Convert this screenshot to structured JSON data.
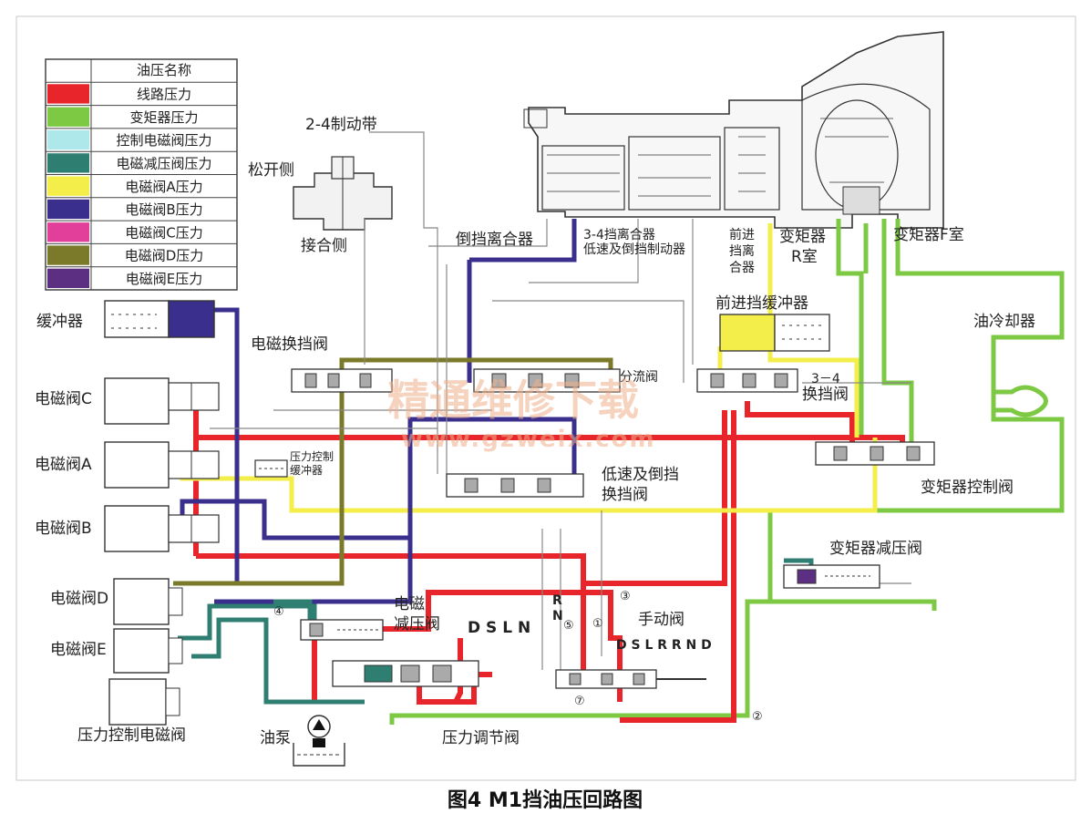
{
  "legend": {
    "header": "油压名称",
    "items": [
      {
        "label": "线路压力",
        "color": "#e8252b"
      },
      {
        "label": "变矩器压力",
        "color": "#7ec943"
      },
      {
        "label": "控制电磁阀压力",
        "color": "#aee8ea"
      },
      {
        "label": "电磁减压阀压力",
        "color": "#2f7e72"
      },
      {
        "label": "电磁阀A压力",
        "color": "#f3ee4a"
      },
      {
        "label": "电磁阀B压力",
        "color": "#3a2f8c"
      },
      {
        "label": "电磁阀C压力",
        "color": "#e23f9a"
      },
      {
        "label": "电磁阀D压力",
        "color": "#7a7a2a"
      },
      {
        "label": "电磁阀E压力",
        "color": "#5c2f82"
      }
    ]
  },
  "labels": {
    "band": "2-4制动带",
    "release_side": "松开侧",
    "apply_side": "接合侧",
    "reverse_clutch": "倒挡离合器",
    "clutch_34_a": "3-4挡离合器",
    "clutch_34_b": "低速及倒挡制动器",
    "forward_clutch_1": "前进",
    "forward_clutch_2": "挡离",
    "forward_clutch_3": "合器",
    "tc_r_1": "变矩器",
    "tc_r_2": "R室",
    "tc_f": "变矩器F室",
    "forward_accumulator": "前进挡缓冲器",
    "oil_cooler": "油冷却器",
    "accumulator": "缓冲器",
    "shift_solenoid_valve": "电磁换挡阀",
    "split_valve": "分流阀",
    "shift_34_1": "3－4",
    "shift_34_2": "换挡阀",
    "solenoid_c": "电磁阀C",
    "solenoid_a": "电磁阀A",
    "solenoid_b": "电磁阀B",
    "solenoid_d": "电磁阀D",
    "solenoid_e": "电磁阀E",
    "pressure_control_solenoid": "压力控制电磁阀",
    "pc_accumulator_1": "压力控制",
    "pc_accumulator_2": "缓冲器",
    "low_reverse_valve_1": "低速及倒挡",
    "low_reverse_valve_2": "换挡阀",
    "tc_control_valve": "变矩器控制阀",
    "tc_reducing_valve": "变矩器减压阀",
    "solenoid_reducing_1": "电磁",
    "solenoid_reducing_2": "减压阀",
    "manual_valve": "手动阀",
    "oil_pump": "油泵",
    "pressure_regulator": "压力调节阀",
    "dsln": "D  S  L  N",
    "dslrnd": "D S L R R N D",
    "rn_r": "R",
    "rn_n": "N",
    "c1": "①",
    "c2": "②",
    "c3": "③",
    "c4": "④",
    "c5": "⑤",
    "c7": "⑦"
  },
  "watermark": {
    "line1": "精通维修下载",
    "line2": "www.gzweix.com"
  },
  "caption": "图4  M1挡油压回路图"
}
